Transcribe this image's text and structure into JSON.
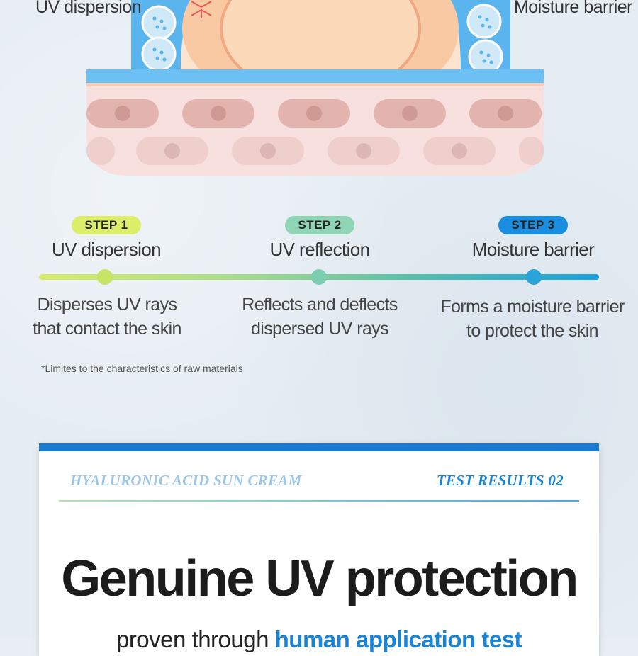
{
  "corner_labels": {
    "left": "UV dispersion",
    "right": "Moisture barrier"
  },
  "steps": [
    {
      "badge": "STEP 1",
      "title": "UV dispersion",
      "desc_line1": "Disperses UV rays",
      "desc_line2": "that contact the skin",
      "badge_color": "#dcee6a",
      "dot_color": "#c8e466"
    },
    {
      "badge": "STEP 2",
      "title": "UV reflection",
      "desc_line1": "Reflects and deflects",
      "desc_line2": "dispersed UV rays",
      "badge_color": "#8fd4b4",
      "dot_color": "#7ccdb0"
    },
    {
      "badge": "STEP 3",
      "title": "Moisture barrier",
      "desc_line1": "Forms a moisture barrier",
      "desc_line2": "to protect the skin",
      "badge_color": "#1a8ee0",
      "dot_color": "#2aa3d8"
    }
  ],
  "footnote": "*Limites to the characteristics of raw materials",
  "card": {
    "left_label": "HYALURONIC ACID SUN CREAM",
    "right_label": "TEST RESULTS 02",
    "headline": "Genuine UV protection",
    "subline_plain": "proven through ",
    "subline_highlight": "human application test"
  },
  "colors": {
    "accent_blue": "#1a79d0",
    "skin_pink": "#f6dede",
    "barrier_blue": "#6cc0f4"
  }
}
